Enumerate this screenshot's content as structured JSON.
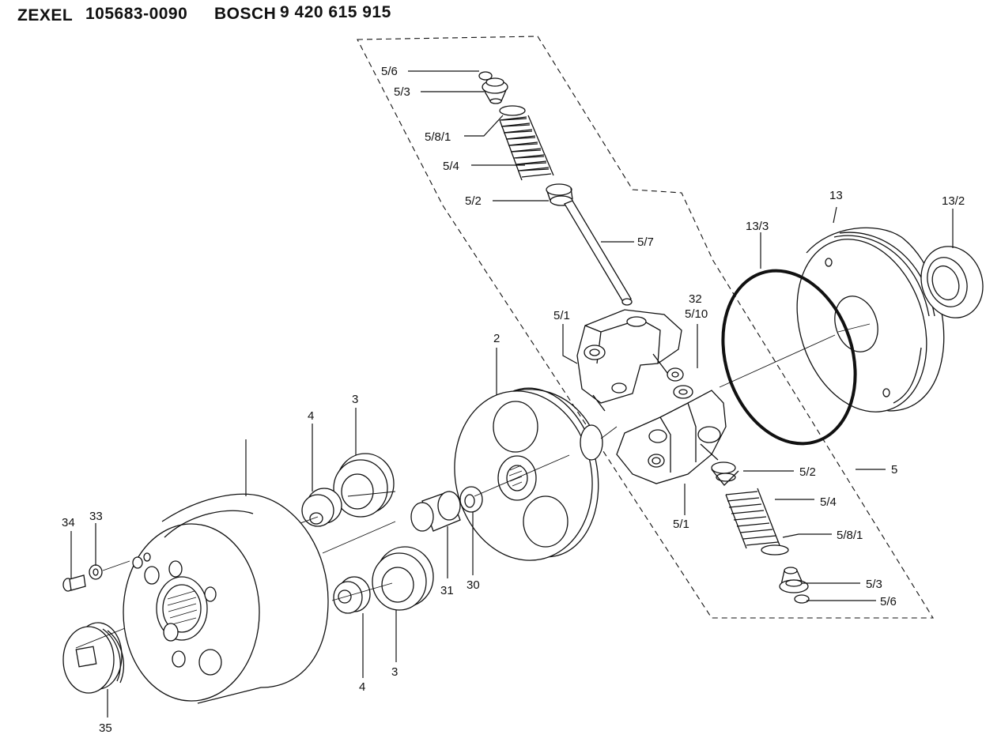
{
  "header": {
    "brand1": "ZEXEL",
    "number1": "105683-0090",
    "brand2": "BOSCH",
    "number2": "9 420 615 915"
  },
  "callouts": {
    "c5_6_top": "5/6",
    "c5_3_top": "5/3",
    "c5_8_1_top": "5/8/1",
    "c5_4_top": "5/4",
    "c5_2_top": "5/2",
    "c5_7": "5/7",
    "c13": "13",
    "c13_2": "13/2",
    "c13_3": "13/3",
    "c32": "32",
    "c5_10": "5/10",
    "c5_1_top": "5/1",
    "c2": "2",
    "c3_top": "3",
    "c4_top": "4",
    "c5_2_bot": "5/2",
    "c5": "5",
    "c5_4_bot": "5/4",
    "c5_1_bot": "5/1",
    "c5_8_1_bot": "5/8/1",
    "c5_3_bot": "5/3",
    "c5_6_bot": "5/6",
    "c34": "34",
    "c33": "33",
    "c31": "31",
    "c30": "30",
    "c3_bot": "3",
    "c4_bot": "4",
    "c35": "35"
  }
}
